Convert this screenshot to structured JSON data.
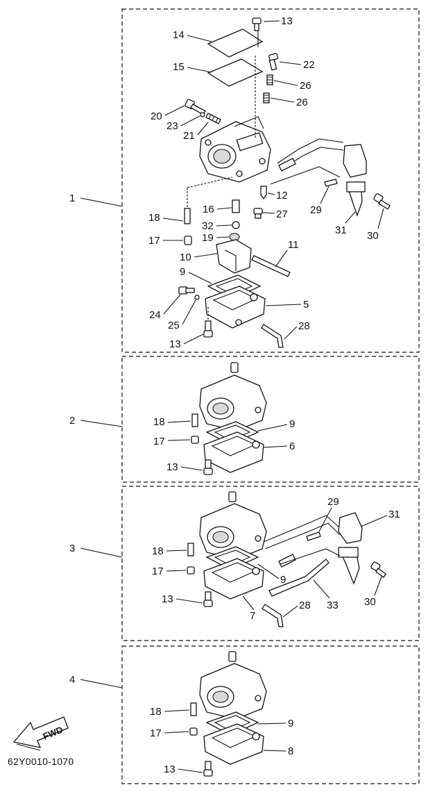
{
  "drawing_code": "62Y0010-1070",
  "fwd_label": "FWD",
  "labels": {
    "g1": {
      "assembly": "1",
      "p13a": "13",
      "p14": "14",
      "p15": "15",
      "p22": "22",
      "p26a": "26",
      "p26b": "26",
      "p20": "20",
      "p23": "23",
      "p21": "21",
      "p12": "12",
      "p16": "16",
      "p27": "27",
      "p29": "29",
      "p31": "31",
      "p30": "30",
      "p18": "18",
      "p32": "32",
      "p17": "17",
      "p19": "19",
      "p10": "10",
      "p11": "11",
      "p9": "9",
      "p5": "5",
      "p24": "24",
      "p25": "25",
      "p28": "28",
      "p13b": "13"
    },
    "g2": {
      "assembly": "2",
      "p18": "18",
      "p9": "9",
      "p17": "17",
      "p6": "6",
      "p13": "13"
    },
    "g3": {
      "assembly": "3",
      "p29": "29",
      "p31": "31",
      "p18": "18",
      "p17": "17",
      "p9": "9",
      "p13": "13",
      "p7": "7",
      "p28": "28",
      "p33": "33",
      "p30": "30"
    },
    "g4": {
      "assembly": "4",
      "p18": "18",
      "p9": "9",
      "p17": "17",
      "p8": "8",
      "p13": "13"
    }
  }
}
